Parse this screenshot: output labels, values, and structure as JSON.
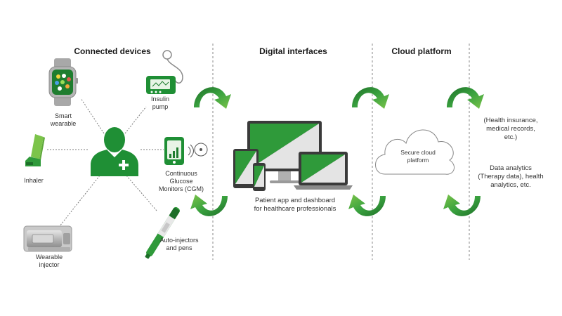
{
  "colors": {
    "brand_green": "#2f9a3a",
    "dark_green": "#1d6e28",
    "light_green": "#7cc44a",
    "divider": "#888888",
    "connector": "#777777"
  },
  "sections": {
    "connected_devices": "Connected devices",
    "digital_interfaces": "Digital interfaces",
    "cloud_platform": "Cloud platform"
  },
  "devices": {
    "smart_wearable": [
      "Smart",
      "wearable"
    ],
    "insulin_pump": [
      "Insulin",
      "pump"
    ],
    "inhaler": [
      "Inhaler"
    ],
    "cgm": [
      "Continuous",
      "Glucose",
      "Monitors (CGM)"
    ],
    "wearable_injector": [
      "Wearable",
      "injector"
    ],
    "auto_injectors": [
      "Auto-injectors",
      "and pens"
    ]
  },
  "digital": {
    "caption": [
      "Patient app and dashboard",
      "for healthcare professionals"
    ]
  },
  "cloud": {
    "label": [
      "Secure cloud",
      "platform"
    ]
  },
  "outputs": {
    "health": [
      "(Health insurance,",
      "medical records,",
      "etc.)"
    ],
    "analytics": [
      "Data analytics",
      "(Therapy data), health",
      "analytics, etc."
    ]
  },
  "icons": {
    "patient": "doctor-with-medical-cross-icon",
    "watch": "smartwatch-icon",
    "pump": "insulin-pump-icon",
    "inhaler": "inhaler-icon",
    "cgm": "glucose-monitor-icon",
    "injector": "wearable-injector-icon",
    "pen": "auto-injector-pen-icon",
    "devices": "monitor-tablet-phone-laptop-icon",
    "cloud": "cloud-icon",
    "arrow": "circular-arrow-icon"
  }
}
